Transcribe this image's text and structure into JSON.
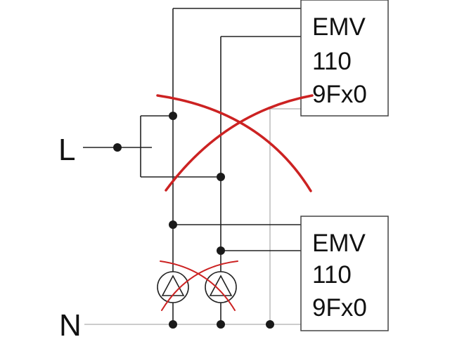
{
  "terminals": {
    "line": "L",
    "neutral": "N"
  },
  "modules": [
    {
      "line1": "EMV",
      "line2": "110",
      "line3": "9Fx0"
    },
    {
      "line1": "EMV",
      "line2": "110",
      "line3": "9Fx0"
    }
  ],
  "colors": {
    "wire": "#222222",
    "neutral_wire": "#bbbbbb",
    "cross_out": "#cc2222",
    "box_border": "#444444"
  }
}
